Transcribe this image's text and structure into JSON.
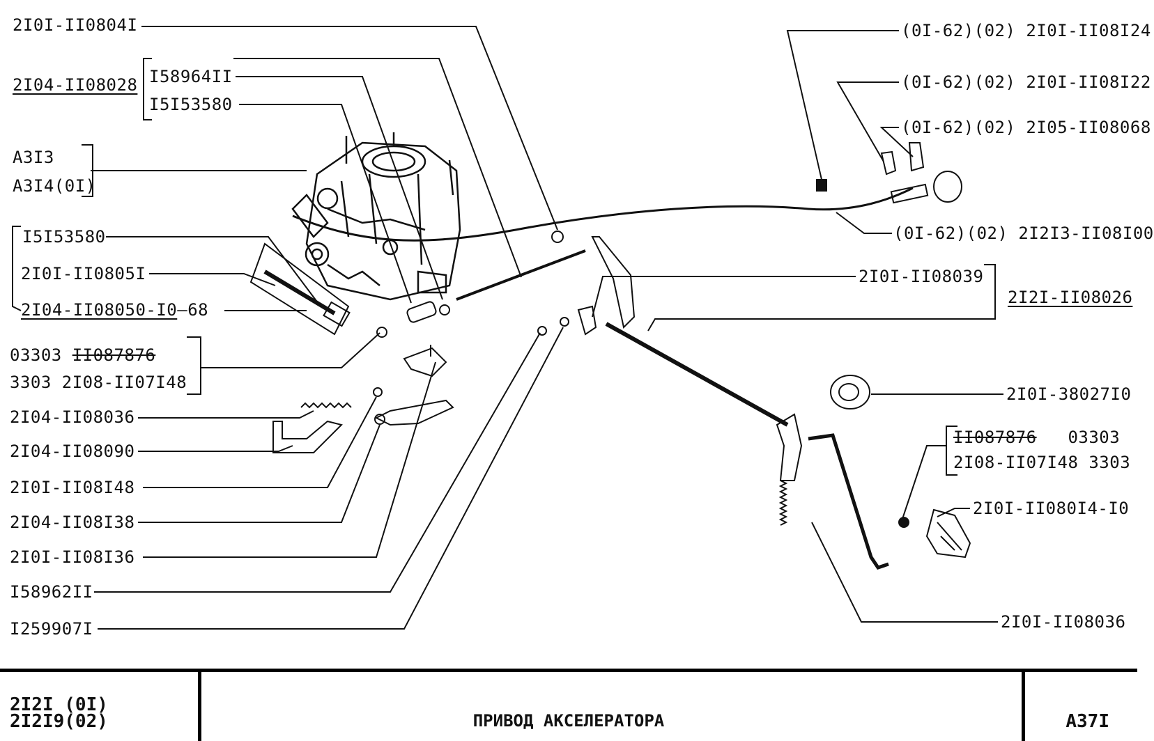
{
  "labels": {
    "l01": "2I0I-II0804I",
    "l02": "2I04-II08028",
    "l03": "I58964II",
    "l04": "I5I53580",
    "l05": "A3I3",
    "l06": "A3I4(0I)",
    "l07": "I5I53580",
    "l08": "2I0I-II0805I",
    "l09": "2I04-II08050-I0",
    "l09b": "—68",
    "l10a": "03303",
    "l10b": "II087876",
    "l11": "3303  2I08-II07I48",
    "l12": "2I04-II08036",
    "l13": "2I04-II08090",
    "l14": "2I0I-II08I48",
    "l15": "2I04-II08I38",
    "l16": "2I0I-II08I36",
    "l17": "I58962II",
    "l18": "I259907I",
    "r01": "(0I-62)(02) 2I0I-II08I24",
    "r02": "(0I-62)(02) 2I0I-II08I22",
    "r03": "(0I-62)(02) 2I05-II08068",
    "r04": "(0I-62)(02) 2I2I3-II08I00",
    "r05": "2I0I-II08039",
    "r06": "2I2I-II08026",
    "r07": "2I0I-38027I0",
    "r08a": "II087876",
    "r08b": "03303",
    "r09": "2I08-II07I48 3303",
    "r10": "2I0I-II080I4-I0",
    "r11": "2I0I-II08036"
  },
  "title_block": {
    "model_line1": "2I2I (0I)",
    "model_line2": "2I2I9(02)",
    "title": "ПРИВОД АКСЕЛЕРАТОРА",
    "sheet_code": "А37I"
  },
  "colors": {
    "ink": "#111111",
    "paper": "#ffffff"
  }
}
